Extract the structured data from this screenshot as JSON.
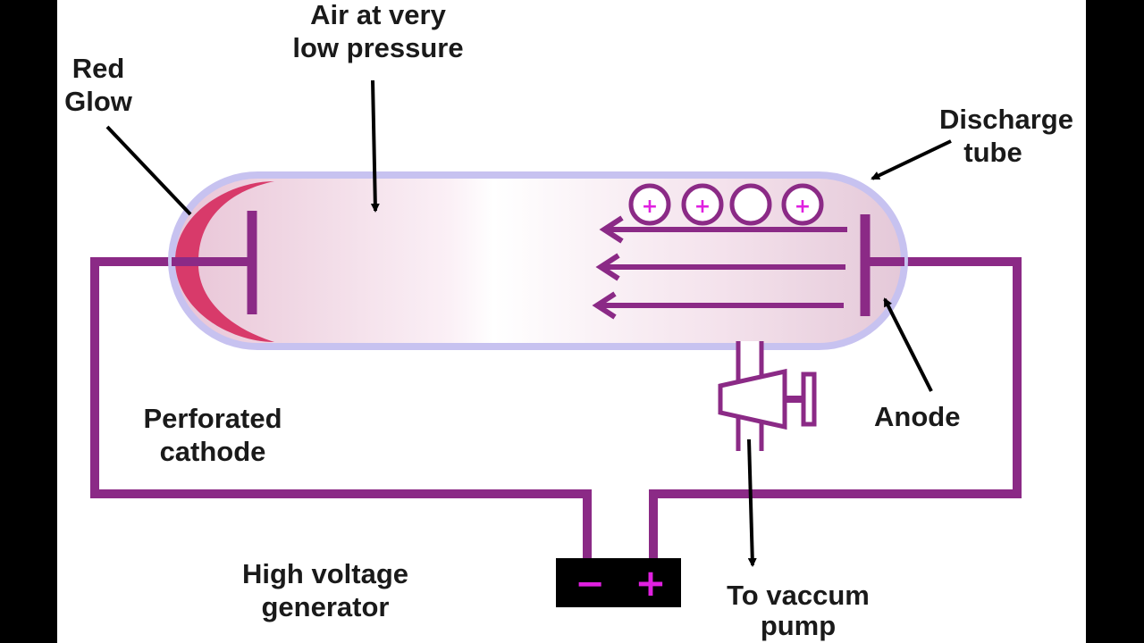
{
  "labels": {
    "red_glow_1": "Red",
    "red_glow_2": "Glow",
    "air_1": "Air at very",
    "air_2": "low pressure",
    "tube_1": "Discharge",
    "tube_2": "tube",
    "cathode_1": "Perforated",
    "cathode_2": "cathode",
    "anode": "Anode",
    "generator_1": "High voltage",
    "generator_2": "generator",
    "pump_1": "To vaccum",
    "pump_2": "pump"
  },
  "symbols": {
    "positive": "+",
    "negative": "−"
  },
  "colors": {
    "wire": "#8b2a86",
    "tube_border": "#c7c2f0",
    "red_glow": "#d83a6a",
    "ion_plus": "#e020e0",
    "battery": "#000000"
  }
}
